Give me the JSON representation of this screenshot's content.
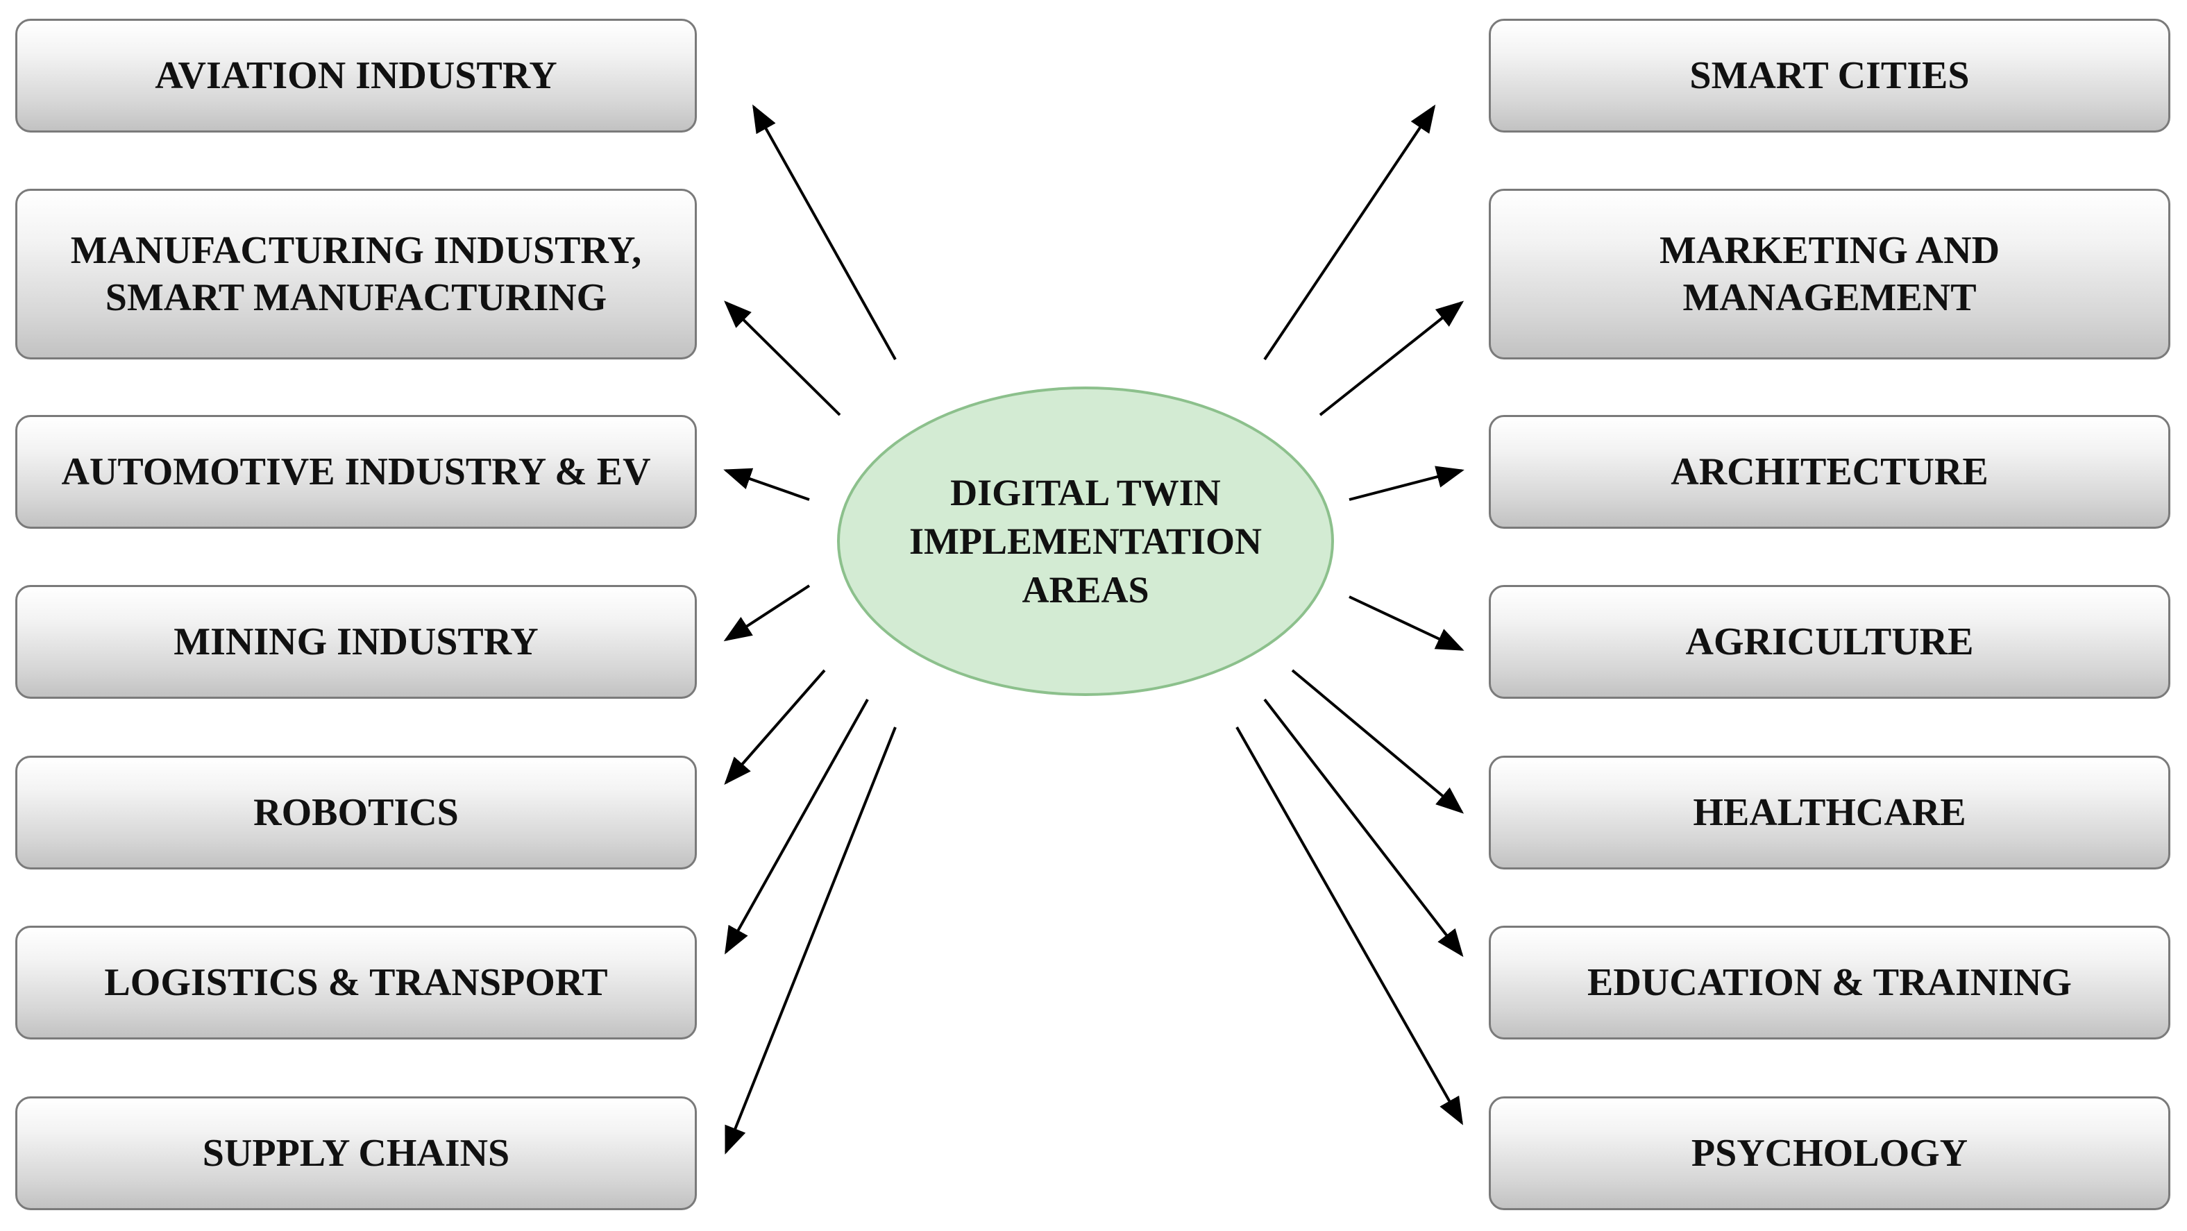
{
  "center": {
    "label": "DIGITAL TWIN\nIMPLEMENTATION\nAREAS"
  },
  "left_areas": [
    "AVIATION INDUSTRY",
    "MANUFACTURING INDUSTRY,\nSMART MANUFACTURING",
    "AUTOMOTIVE INDUSTRY & EV",
    "MINING INDUSTRY",
    "ROBOTICS",
    "LOGISTICS & TRANSPORT",
    "SUPPLY CHAINS"
  ],
  "right_areas": [
    "SMART CITIES",
    "MARKETING AND\nMANAGEMENT",
    "ARCHITECTURE",
    "AGRICULTURE",
    "HEALTHCARE",
    "EDUCATION & TRAINING",
    "PSYCHOLOGY"
  ],
  "colors": {
    "center_fill": "#d3ebd3",
    "center_border": "#8cc08c",
    "box_border": "#7a7a7a",
    "arrow": "#000000"
  }
}
